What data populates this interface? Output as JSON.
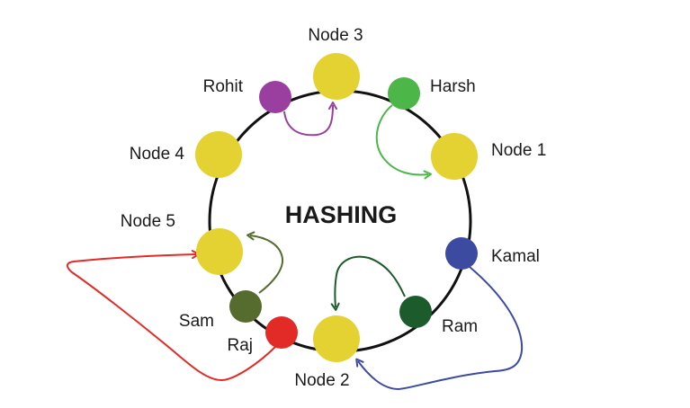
{
  "diagram": {
    "title": "HASHING",
    "ring_color": "#111111",
    "nodes": [
      {
        "id": "node-3",
        "label": "Node 3",
        "kind": "server",
        "color": "#E3D232"
      },
      {
        "id": "node-1",
        "label": "Node 1",
        "kind": "server",
        "color": "#E3D232"
      },
      {
        "id": "node-2",
        "label": "Node 2",
        "kind": "server",
        "color": "#E3D232"
      },
      {
        "id": "node-4",
        "label": "Node 4",
        "kind": "server",
        "color": "#E3D232"
      },
      {
        "id": "node-5",
        "label": "Node 5",
        "kind": "server",
        "color": "#E3D232"
      },
      {
        "id": "rohit",
        "label": "Rohit",
        "kind": "key",
        "color": "#9A3F9F"
      },
      {
        "id": "harsh",
        "label": "Harsh",
        "kind": "key",
        "color": "#4CB648"
      },
      {
        "id": "kamal",
        "label": "Kamal",
        "kind": "key",
        "color": "#3C4BA0"
      },
      {
        "id": "ram",
        "label": "Ram",
        "kind": "key",
        "color": "#1B5B2C"
      },
      {
        "id": "raj",
        "label": "Raj",
        "kind": "key",
        "color": "#E22B26"
      },
      {
        "id": "sam",
        "label": "Sam",
        "kind": "key",
        "color": "#566B2E"
      }
    ],
    "mappings": [
      {
        "from": "rohit",
        "to": "node-3",
        "color": "#9A3F9F"
      },
      {
        "from": "harsh",
        "to": "node-1",
        "color": "#4CB648"
      },
      {
        "from": "ram",
        "to": "node-2",
        "color": "#1B5B2C"
      },
      {
        "from": "kamal",
        "to": "node-2",
        "color": "#3C4BA0"
      },
      {
        "from": "raj",
        "to": "node-5",
        "color": "#E22B26"
      },
      {
        "from": "sam",
        "to": "node-5",
        "color": "#566B2E"
      }
    ]
  }
}
